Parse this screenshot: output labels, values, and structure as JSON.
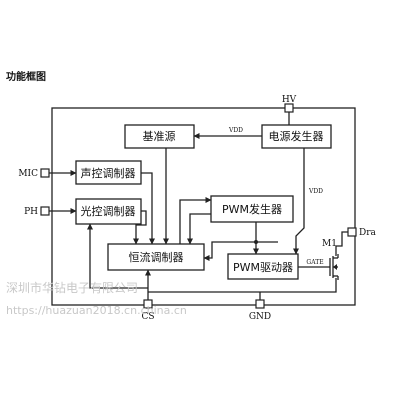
{
  "title": "功能框图",
  "blocks": {
    "reference": "基准源",
    "power_gen": "电源发生器",
    "voice_ctrl": "声控调制器",
    "light_ctrl": "光控调制器",
    "pwm_gen": "PWM发生器",
    "cc_regulator": "恒流调制器",
    "pwm_driver": "PWM驱动器"
  },
  "pins": {
    "hv": "HV",
    "mic": "MIC",
    "ph": "PH",
    "dra": "Dra",
    "cs": "CS",
    "gnd": "GND"
  },
  "signals": {
    "vdd_top": "VDD",
    "vdd_right": "VDD",
    "gate": "GATE",
    "m1": "M1"
  },
  "watermark": {
    "line1": "深圳市华钻电子有限公司",
    "line2": "https://huazuan2018.cn.china.cn"
  }
}
